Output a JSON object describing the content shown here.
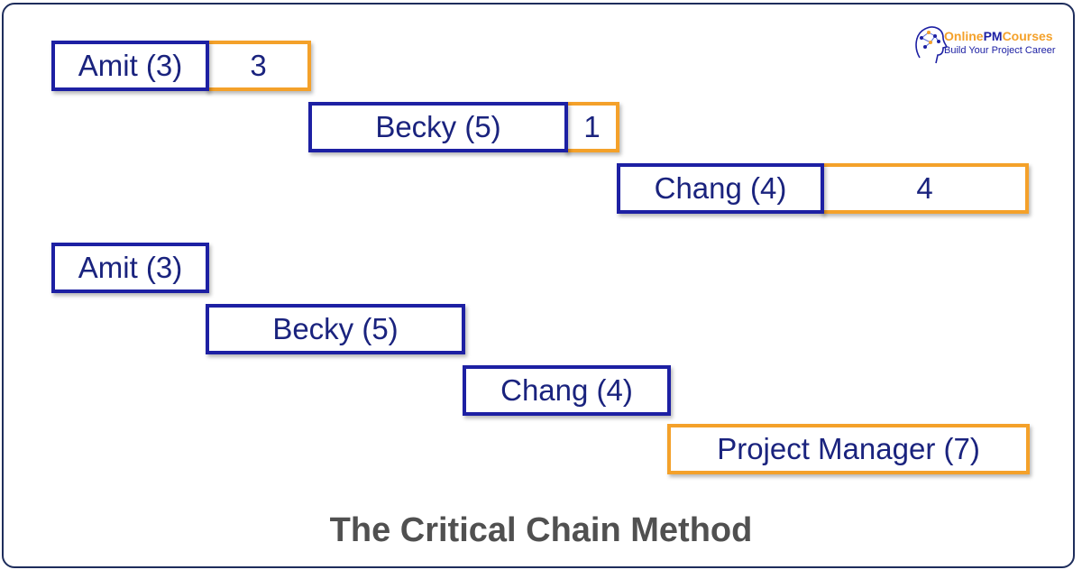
{
  "logo": {
    "line1_a": "Online",
    "line1_b": "PM",
    "line1_c": "Courses",
    "tagline": "Build Your Project Career"
  },
  "colors": {
    "task_border": "#1d20a3",
    "buffer_border": "#f4a12a",
    "text": "#1a237e",
    "title": "#505050"
  },
  "diagram": {
    "traditional": [
      {
        "task": "Amit (3)",
        "buffer": "3"
      },
      {
        "task": "Becky (5)",
        "buffer": "1"
      },
      {
        "task": "Chang (4)",
        "buffer": "4"
      }
    ],
    "critical_chain": [
      {
        "task": "Amit (3)"
      },
      {
        "task": "Becky (5)"
      },
      {
        "task": "Chang (4)"
      }
    ],
    "project_buffer": "Project Manager (7)"
  },
  "title": "The Critical Chain Method"
}
